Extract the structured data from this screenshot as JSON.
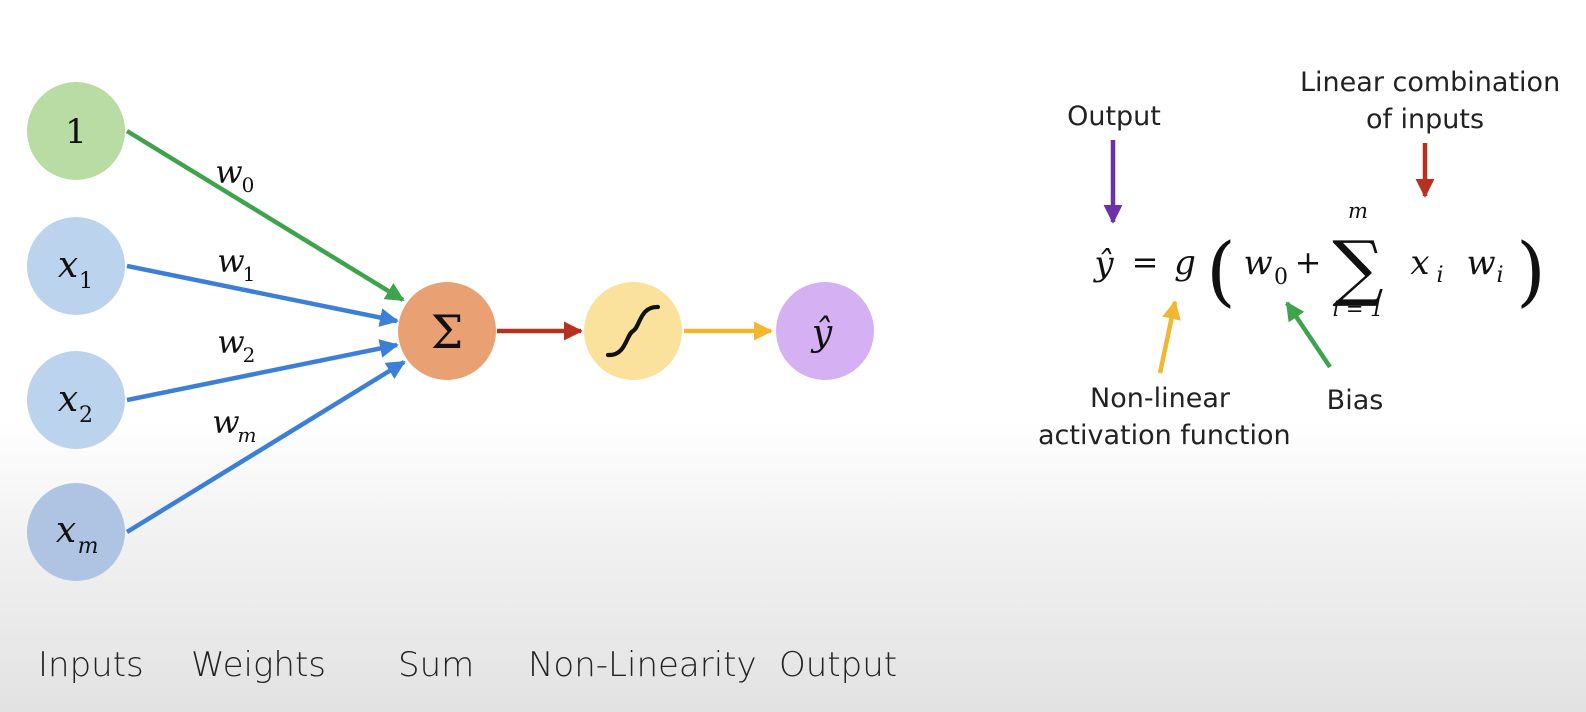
{
  "network": {
    "inputs": [
      {
        "base": "1",
        "sub": ""
      },
      {
        "base": "x",
        "sub": "1"
      },
      {
        "base": "x",
        "sub": "2"
      },
      {
        "base": "x",
        "sub": "m"
      }
    ],
    "weights": [
      {
        "base": "w",
        "sub": "0"
      },
      {
        "base": "w",
        "sub": "1"
      },
      {
        "base": "w",
        "sub": "2"
      },
      {
        "base": "w",
        "sub": "m"
      }
    ],
    "sum_symbol": "Σ",
    "output_symbol": "ŷ"
  },
  "stage_labels": {
    "inputs": "Inputs",
    "weights": "Weights",
    "sum": "Sum",
    "nonlinearity": "Non-Linearity",
    "output": "Output"
  },
  "equation": {
    "lhs": "ŷ",
    "equals": "=",
    "g": "g",
    "open_paren": "(",
    "w0_base": "w",
    "w0_sub": "0",
    "plus": "+",
    "sigma": "∑",
    "sigma_top": "m",
    "sigma_bottom": "i = 1",
    "xi_base": "x",
    "xi_sub": "i",
    "wi_base": "w",
    "wi_sub": "i",
    "close_paren": ")"
  },
  "annotations": {
    "output": "Output",
    "linear_line1": "Linear combination",
    "linear_line2": "of inputs",
    "nonlinear_line1": "Non-linear",
    "nonlinear_line2": "activation function",
    "bias": "Bias"
  },
  "colors": {
    "bias_node": "#b9dba4",
    "input_node": "#bcd3ed",
    "input_node_m": "#aec4e2",
    "sum_node": "#e9a173",
    "activation_node": "#fbe29c",
    "output_node": "#d5b1f4",
    "green_arrow": "#3fa34d",
    "blue_arrow": "#3c7fd6",
    "red_arrow": "#b8301f",
    "yellow_arrow": "#f2b731",
    "purple_arrow": "#6a31a8"
  }
}
